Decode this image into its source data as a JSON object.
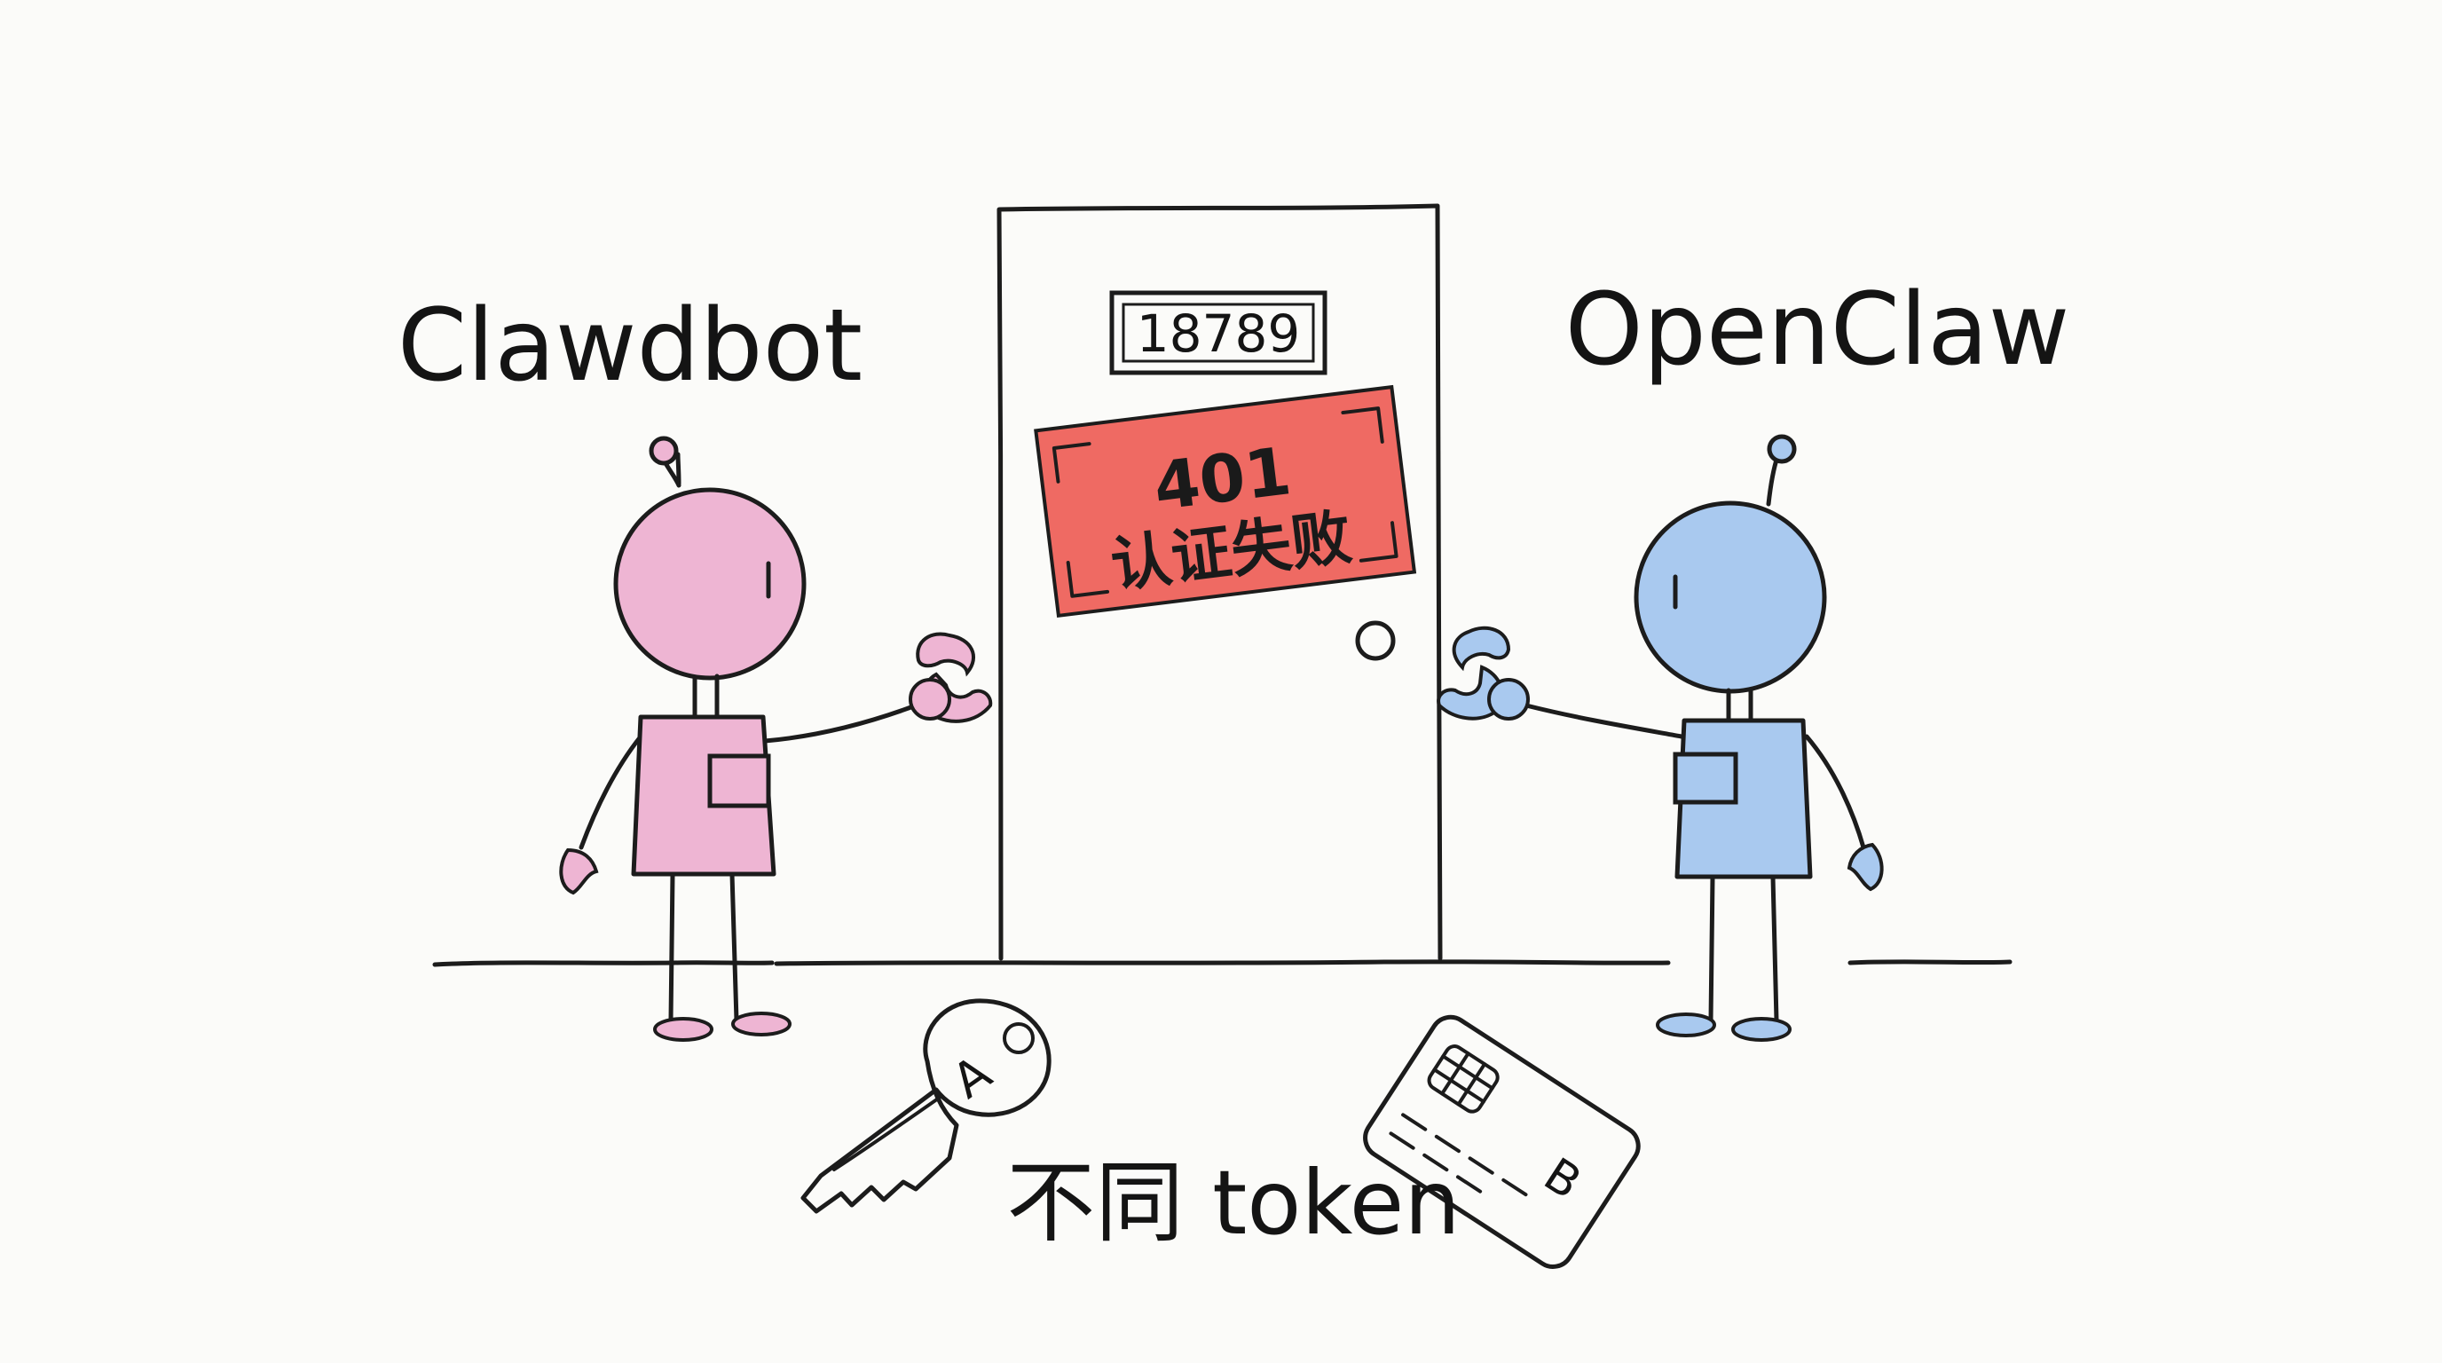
{
  "bots": {
    "left": {
      "name": "Clawdbot"
    },
    "right": {
      "name": "OpenClaw"
    }
  },
  "door": {
    "number": "18789",
    "sign": {
      "code": "401",
      "message": "认证失败"
    }
  },
  "caption": "不同 token",
  "key": {
    "letter": "A"
  },
  "card": {
    "letter": "B"
  },
  "colors": {
    "clawdbot_fill": "#eeb5d3",
    "openclaw_fill": "#a9c9ef",
    "sign_fill": "#ef6a63",
    "ink": "#1c1c1c",
    "background": "#fbfbf9"
  }
}
